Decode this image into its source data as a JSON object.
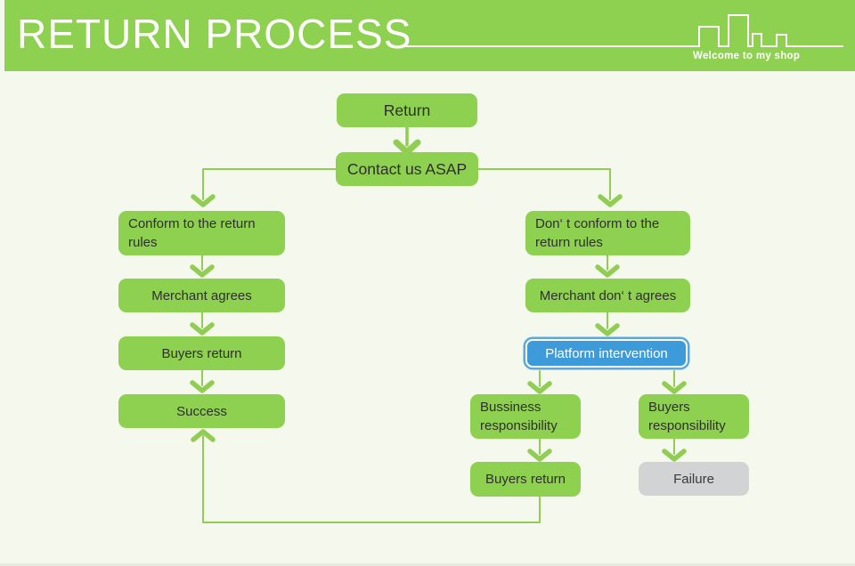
{
  "header": {
    "title": "RETURN PROCESS",
    "tagline": "Welcome to my shop"
  },
  "flow": {
    "return": "Return",
    "contact": "Contact us ASAP",
    "conform": "Conform to the return rules",
    "merchant_agrees": "Merchant agrees",
    "buyers_return_left": "Buyers return",
    "success": "Success",
    "dont_conform": "Don‘ t conform to the return rules",
    "merchant_dont_agrees": "Merchant don‘ t agrees",
    "platform": "Platform intervention",
    "bussiness_responsibility": "Bussiness responsibility",
    "buyers_responsibility": "Buyers responsibility",
    "buyers_return_right": "Buyers return",
    "failure": "Failure"
  },
  "colors": {
    "green": "#8ED04F",
    "line_green": "#90CD52",
    "blue": "#3E9BD9",
    "blue_outer": "#59A8DE",
    "gray": "#D2D3D5",
    "background": "#F5F8ED",
    "text": "#2F2F2F"
  }
}
